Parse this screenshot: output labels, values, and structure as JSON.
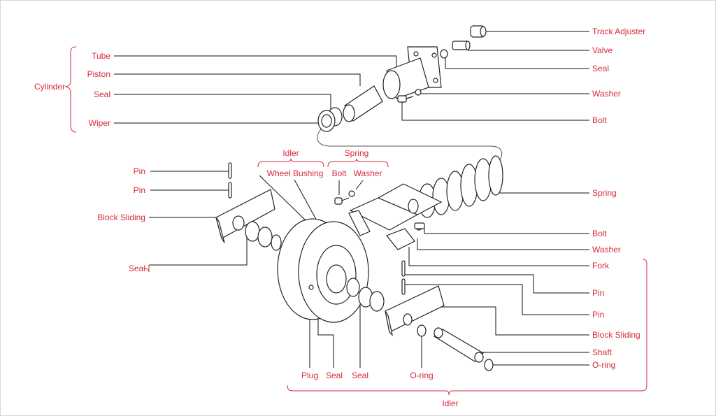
{
  "colors": {
    "label": "#d6293b",
    "line": "#111111",
    "part": "#222222"
  },
  "labels": {
    "track_adjuster": "Track Adjuster",
    "valve": "Valve",
    "seal_top": "Seal",
    "washer_top": "Washer",
    "bolt_top": "Bolt",
    "tube": "Tube",
    "piston": "Piston",
    "seal_cyl": "Seal",
    "wiper": "Wiper",
    "cylinder": "Cylinder",
    "idler_top": "Idler",
    "spring_top": "Spring",
    "wheel_bushing": "Wheel Bushing",
    "bolt_mid": "Bolt",
    "washer_mid": "Washer",
    "pin_1": "Pin",
    "pin_2": "Pin",
    "block_sliding_left": "Block Sliding",
    "seal_left": "Seal",
    "spring_right": "Spring",
    "bolt_right": "Bolt",
    "washer_right": "Washer",
    "fork": "Fork",
    "pin_r1": "Pin",
    "pin_r2": "Pin",
    "block_sliding_right": "Block Sliding",
    "shaft": "Shaft",
    "oring_right": "O-ring",
    "plug": "Plug",
    "seal_b1": "Seal",
    "seal_b2": "Seal",
    "oring_bottom": "O-ring",
    "idler_bottom": "Idler"
  }
}
